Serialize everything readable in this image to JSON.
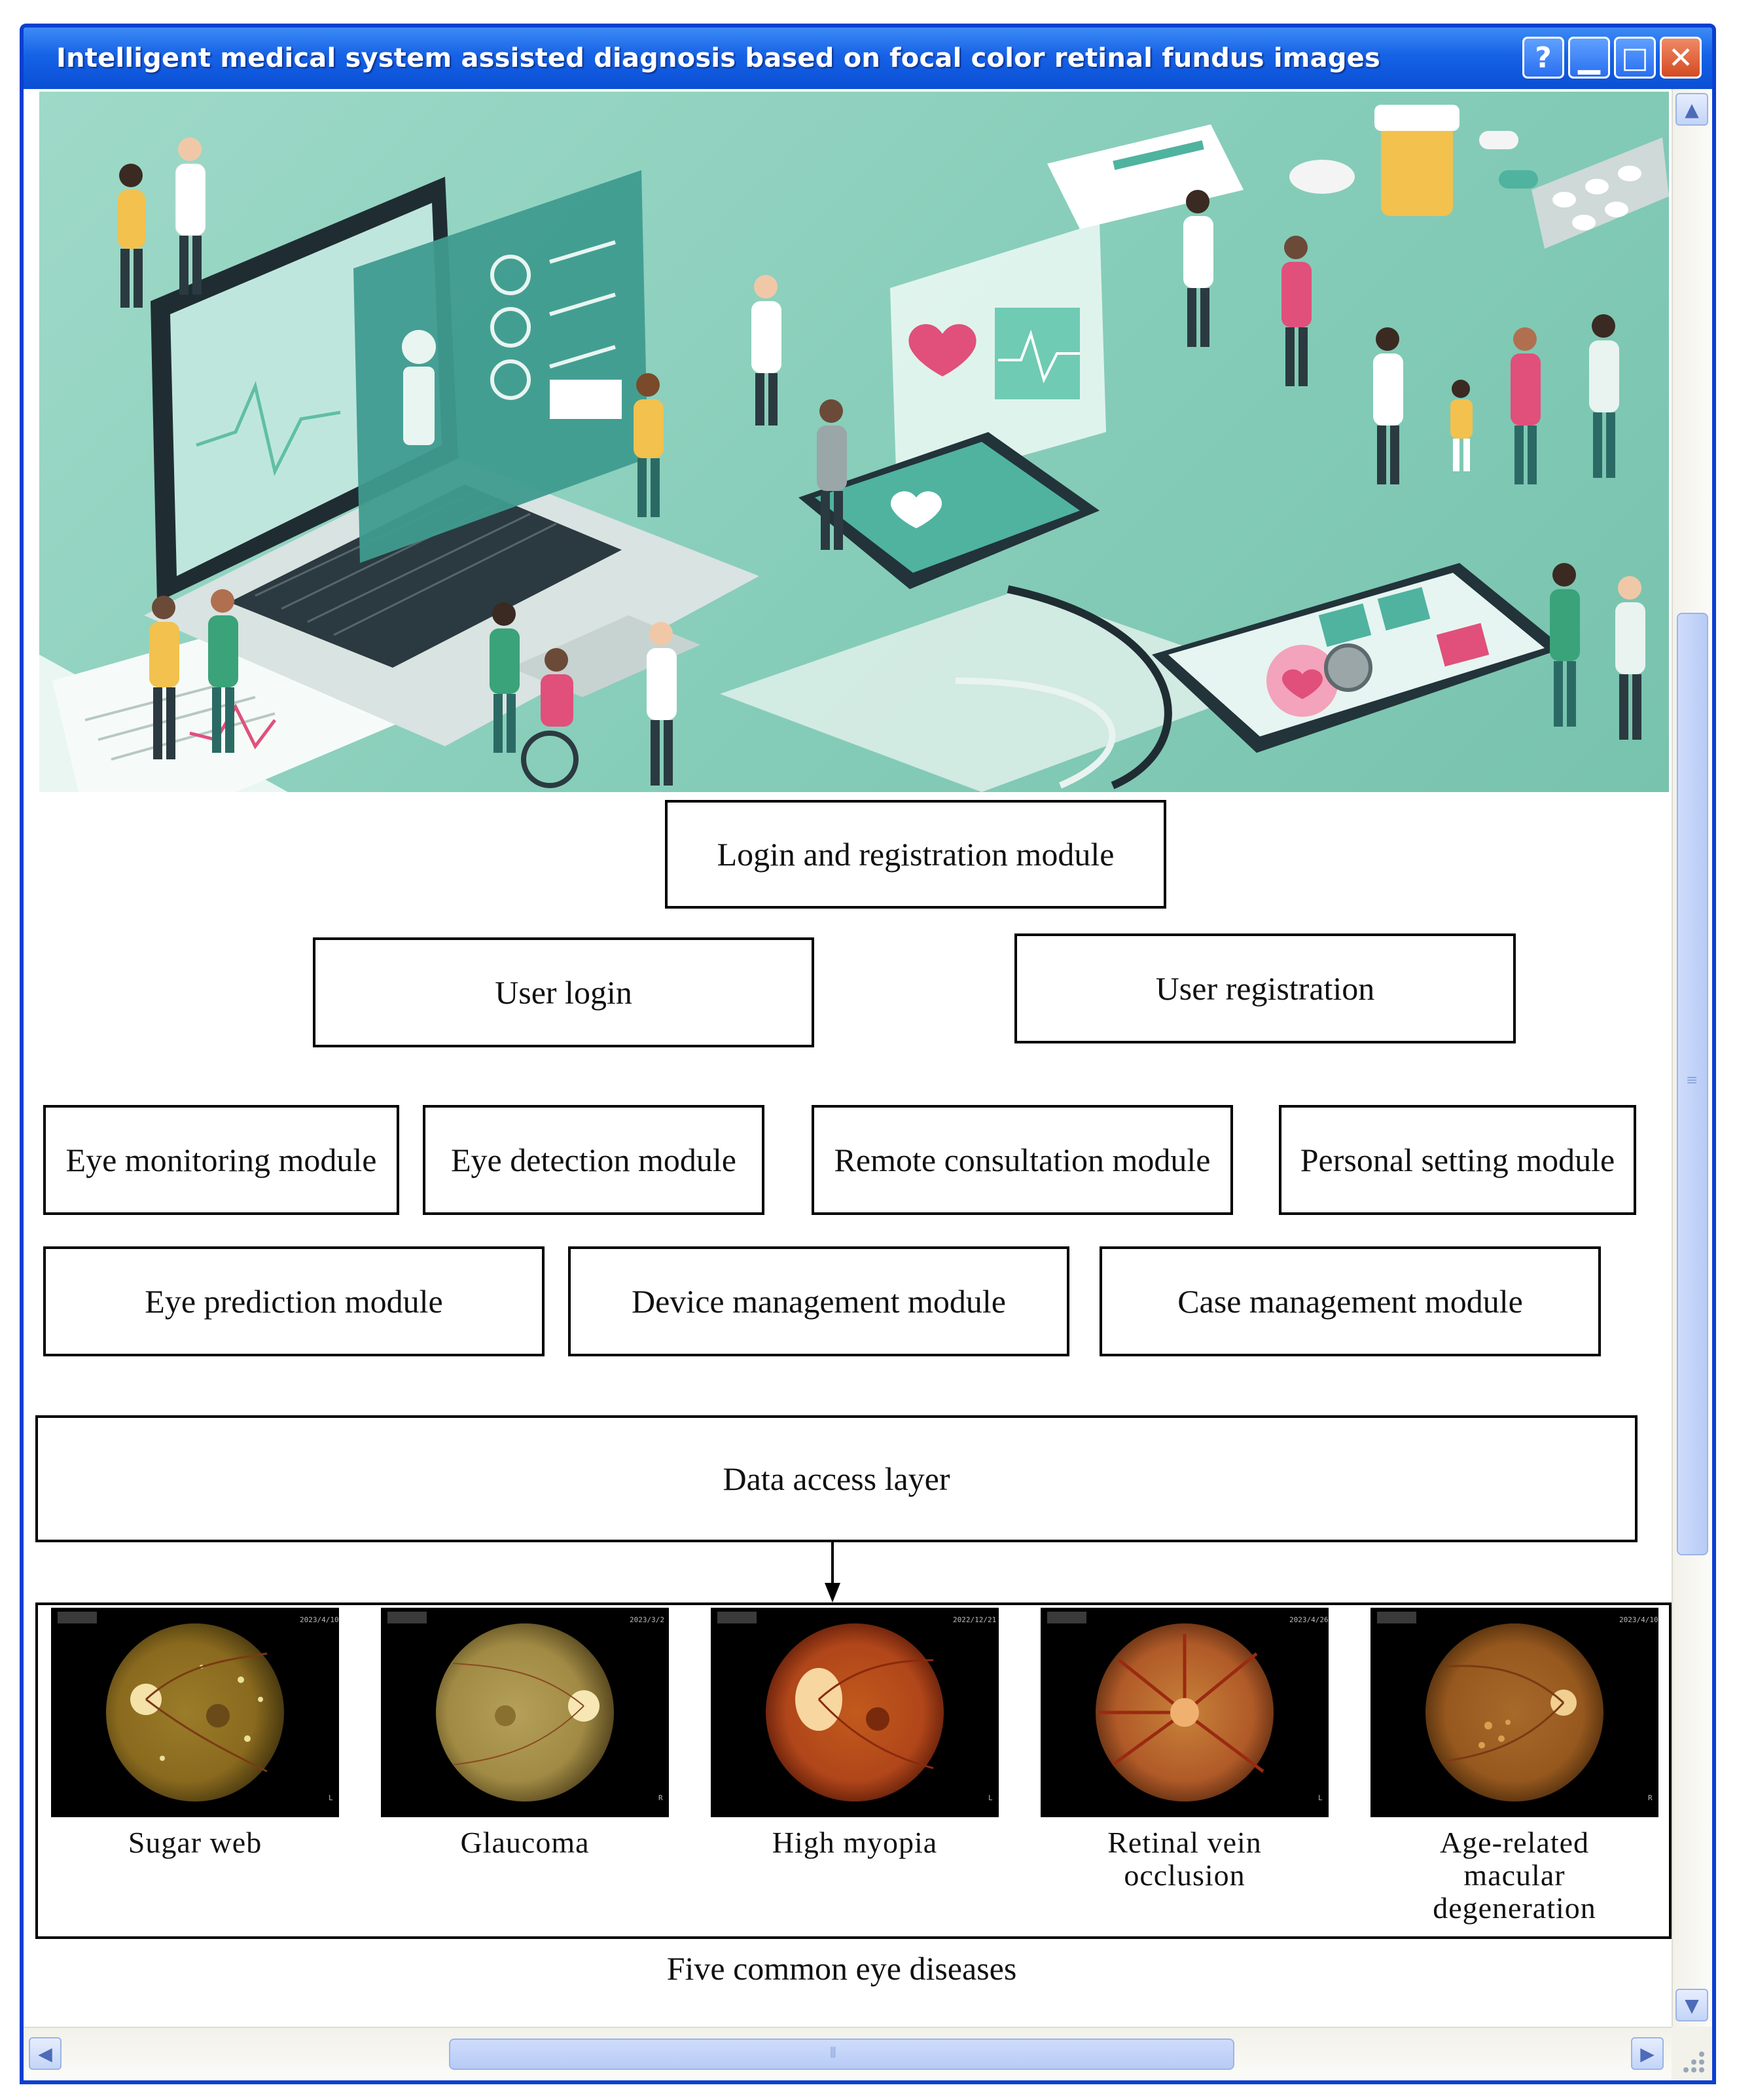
{
  "window": {
    "title": "Intelligent medical system assisted diagnosis based on focal color retinal fundus images",
    "help_glyph": "?",
    "minimize_glyph": "▁",
    "maximize_glyph": "□",
    "close_glyph": "✕"
  },
  "diagram": {
    "login_module": "Login and registration module",
    "user_login": "User login",
    "user_registration": "User registration",
    "row1": [
      "Eye monitoring module",
      "Eye detection module",
      "Remote consultation module",
      "Personal setting module"
    ],
    "row2": [
      "Eye prediction module",
      "Device management module",
      "Case management module"
    ],
    "data_layer": "Data access layer",
    "diseases": [
      {
        "name": "Sugar web",
        "date": "2023/4/10",
        "eye": "L"
      },
      {
        "name": "Glaucoma",
        "date": "2023/3/2",
        "eye": "R"
      },
      {
        "name": "High myopia",
        "date": "2022/12/21",
        "eye": "L"
      },
      {
        "name": "Retinal vein occlusion",
        "date": "2023/4/26",
        "eye": "L"
      },
      {
        "name": "Age-related macular degeneration",
        "date": "2023/4/10",
        "eye": "R"
      }
    ],
    "diseases_caption": "Five common eye diseases"
  },
  "colors": {
    "titlebar": "#1662e6",
    "window_border": "#0a3fd1",
    "illustration_bg": "#86cdb9"
  },
  "icons": {
    "help": "help-icon",
    "minimize": "minimize-icon",
    "maximize": "maximize-icon",
    "close": "close-icon"
  }
}
